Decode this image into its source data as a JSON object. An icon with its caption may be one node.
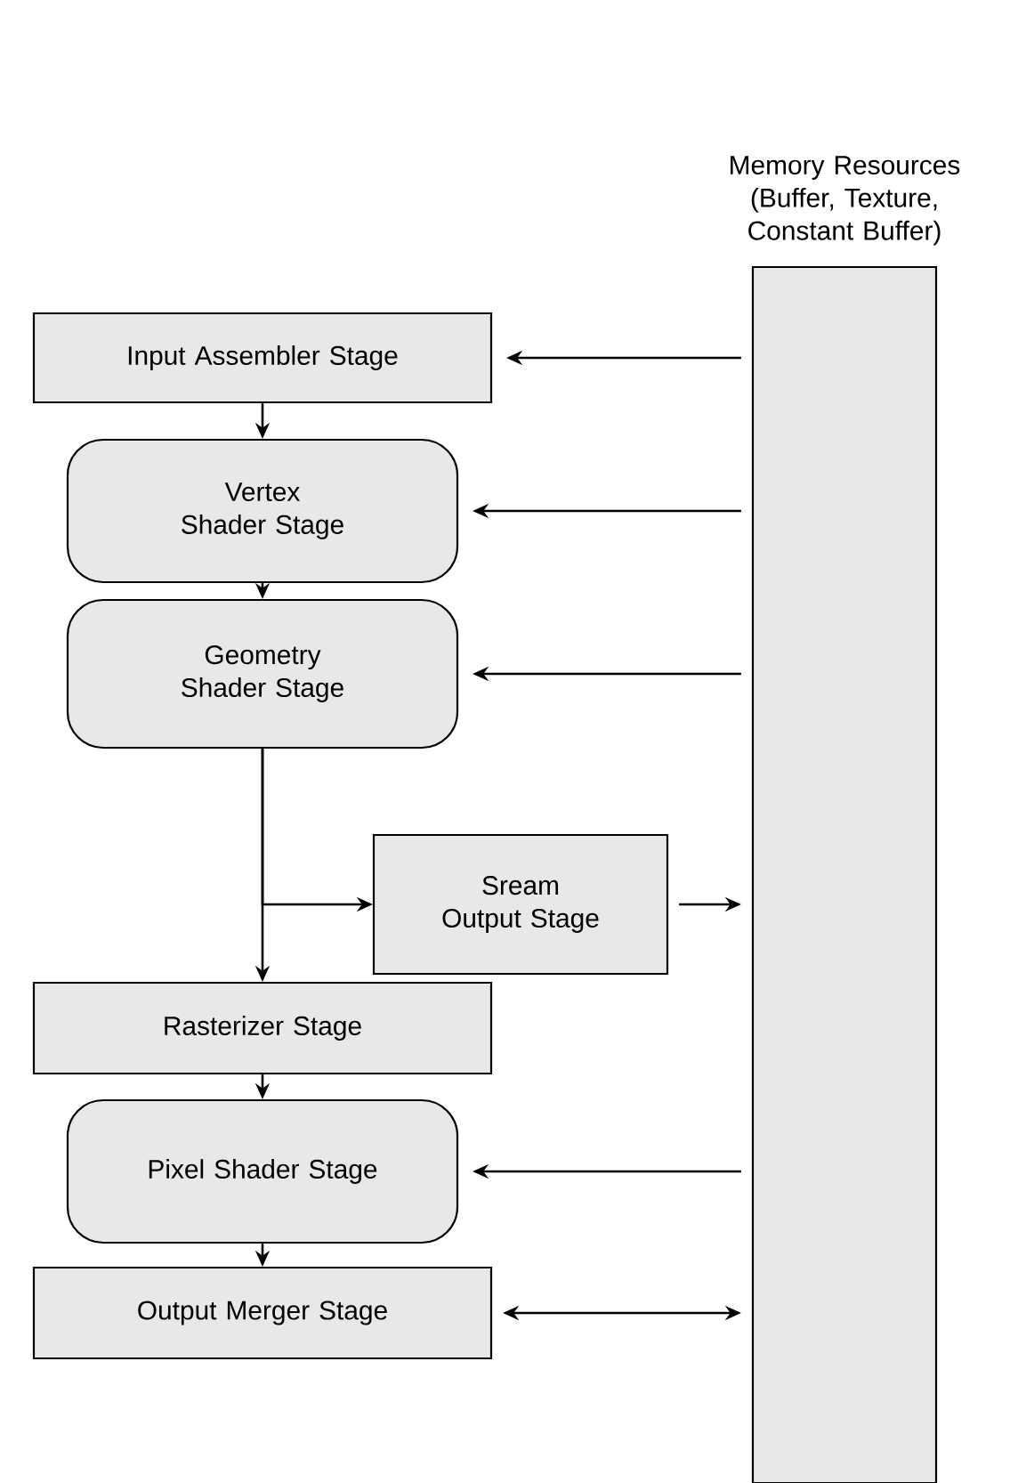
{
  "diagram": {
    "nodes": [
      {
        "text": [
          "Input Assembler Stage"
        ]
      },
      {
        "text": [
          "Vertex Shader Stage"
        ]
      },
      {
        "text": [
          "Geometry Shader Stage"
        ]
      },
      {
        "text": [
          "Sream Output Stage"
        ]
      },
      {
        "text": [
          "Rasterizer Stage"
        ]
      },
      {
        "text": [
          "Pixel Shader Stage"
        ]
      },
      {
        "text": [
          "Output Merger Stage"
        ]
      },
      {
        "text": [
          "Memory Resources (Buffer, Texture, Constant Buffer)"
        ]
      }
    ],
    "edges": [
      {
        "from": 7,
        "to": 0,
        "arrow": "to"
      },
      {
        "from": 0,
        "to": 1,
        "arrow": "to"
      },
      {
        "from": 7,
        "to": 1,
        "arrow": "to"
      },
      {
        "from": 1,
        "to": 2,
        "arrow": "to"
      },
      {
        "from": 7,
        "to": 2,
        "arrow": "to"
      },
      {
        "from": 2,
        "to": 3,
        "arrow": "to"
      },
      {
        "from": 3,
        "to": 7,
        "arrow": "to"
      },
      {
        "from": 2,
        "to": 4,
        "arrow": "to"
      },
      {
        "from": 4,
        "to": 5,
        "arrow": "to"
      },
      {
        "from": 7,
        "to": 5,
        "arrow": "to"
      },
      {
        "from": 5,
        "to": 6,
        "arrow": "to"
      },
      {
        "from": 6,
        "to": 7,
        "arrow": "both"
      }
    ]
  }
}
